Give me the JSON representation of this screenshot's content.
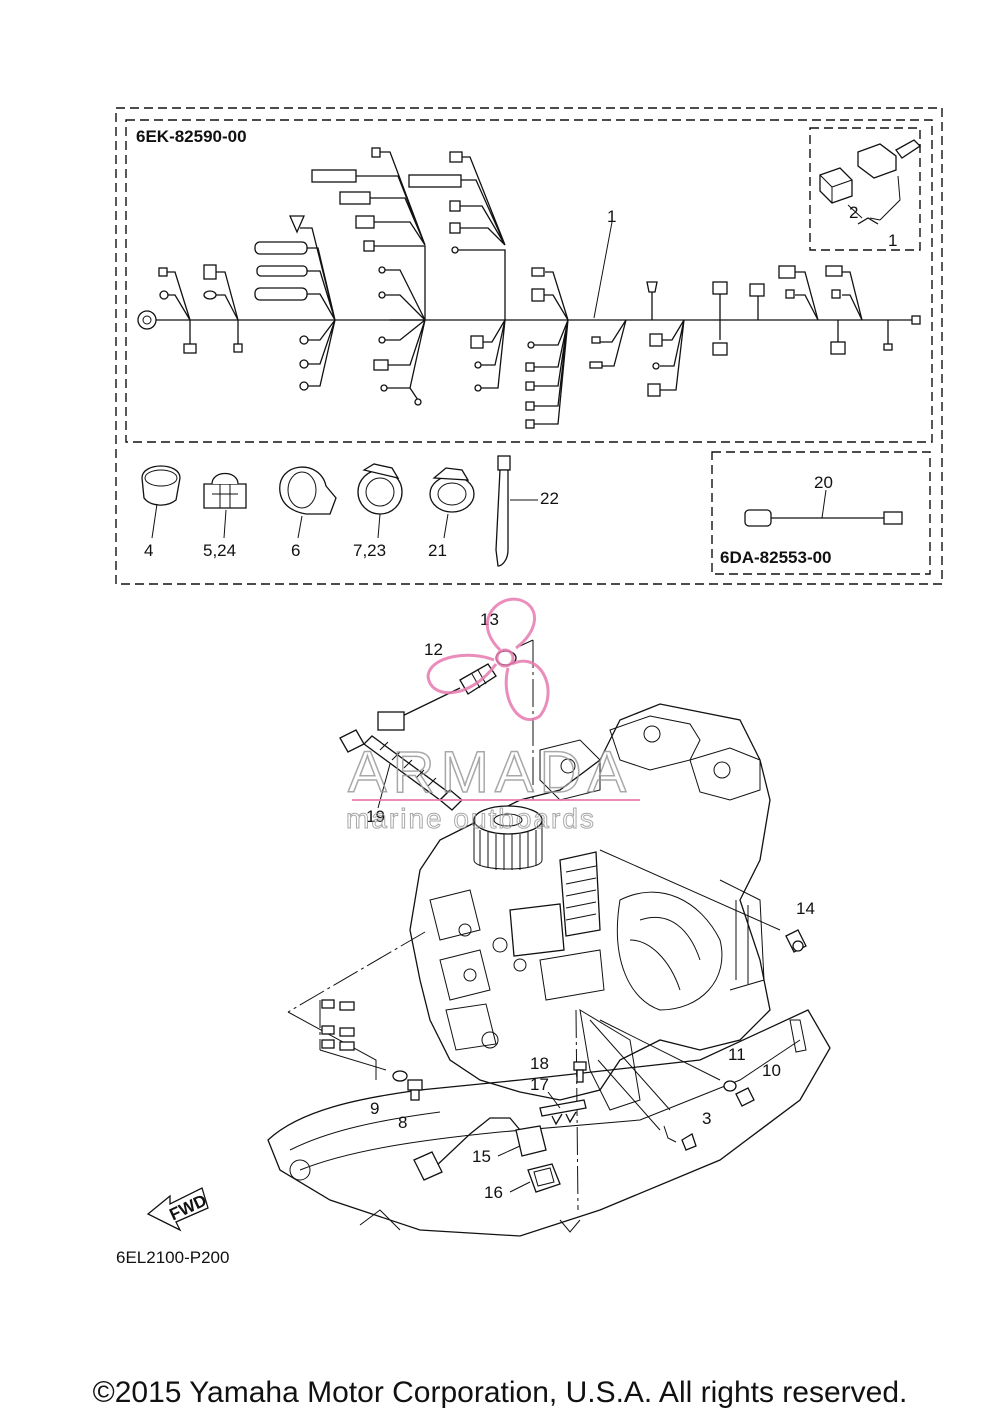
{
  "harness_kit": {
    "code": "6EK-82590-00",
    "callouts": [
      "1",
      "2",
      "1"
    ]
  },
  "sub_harness": {
    "code": "6DA-82553-00",
    "callout": "20"
  },
  "clamps": [
    {
      "callout": "4"
    },
    {
      "callout": "5,24"
    },
    {
      "callout": "6"
    },
    {
      "callout": "7,23"
    },
    {
      "callout": "21"
    },
    {
      "callout": "22"
    }
  ],
  "engine_callouts": [
    "13",
    "12",
    "19",
    "14",
    "18",
    "17",
    "11",
    "10",
    "9",
    "8",
    "3",
    "15",
    "16"
  ],
  "watermark": {
    "brand": "ARMADA",
    "tagline": "marine outboards"
  },
  "direction_label": "FWD",
  "figure_code": "6EL2100-P200",
  "copyright": "©2015 Yamaha Motor Corporation, U.S.A. All rights reserved.",
  "colors": {
    "line": "#111111",
    "watermark": "#e77ab0",
    "background": "#ffffff"
  }
}
